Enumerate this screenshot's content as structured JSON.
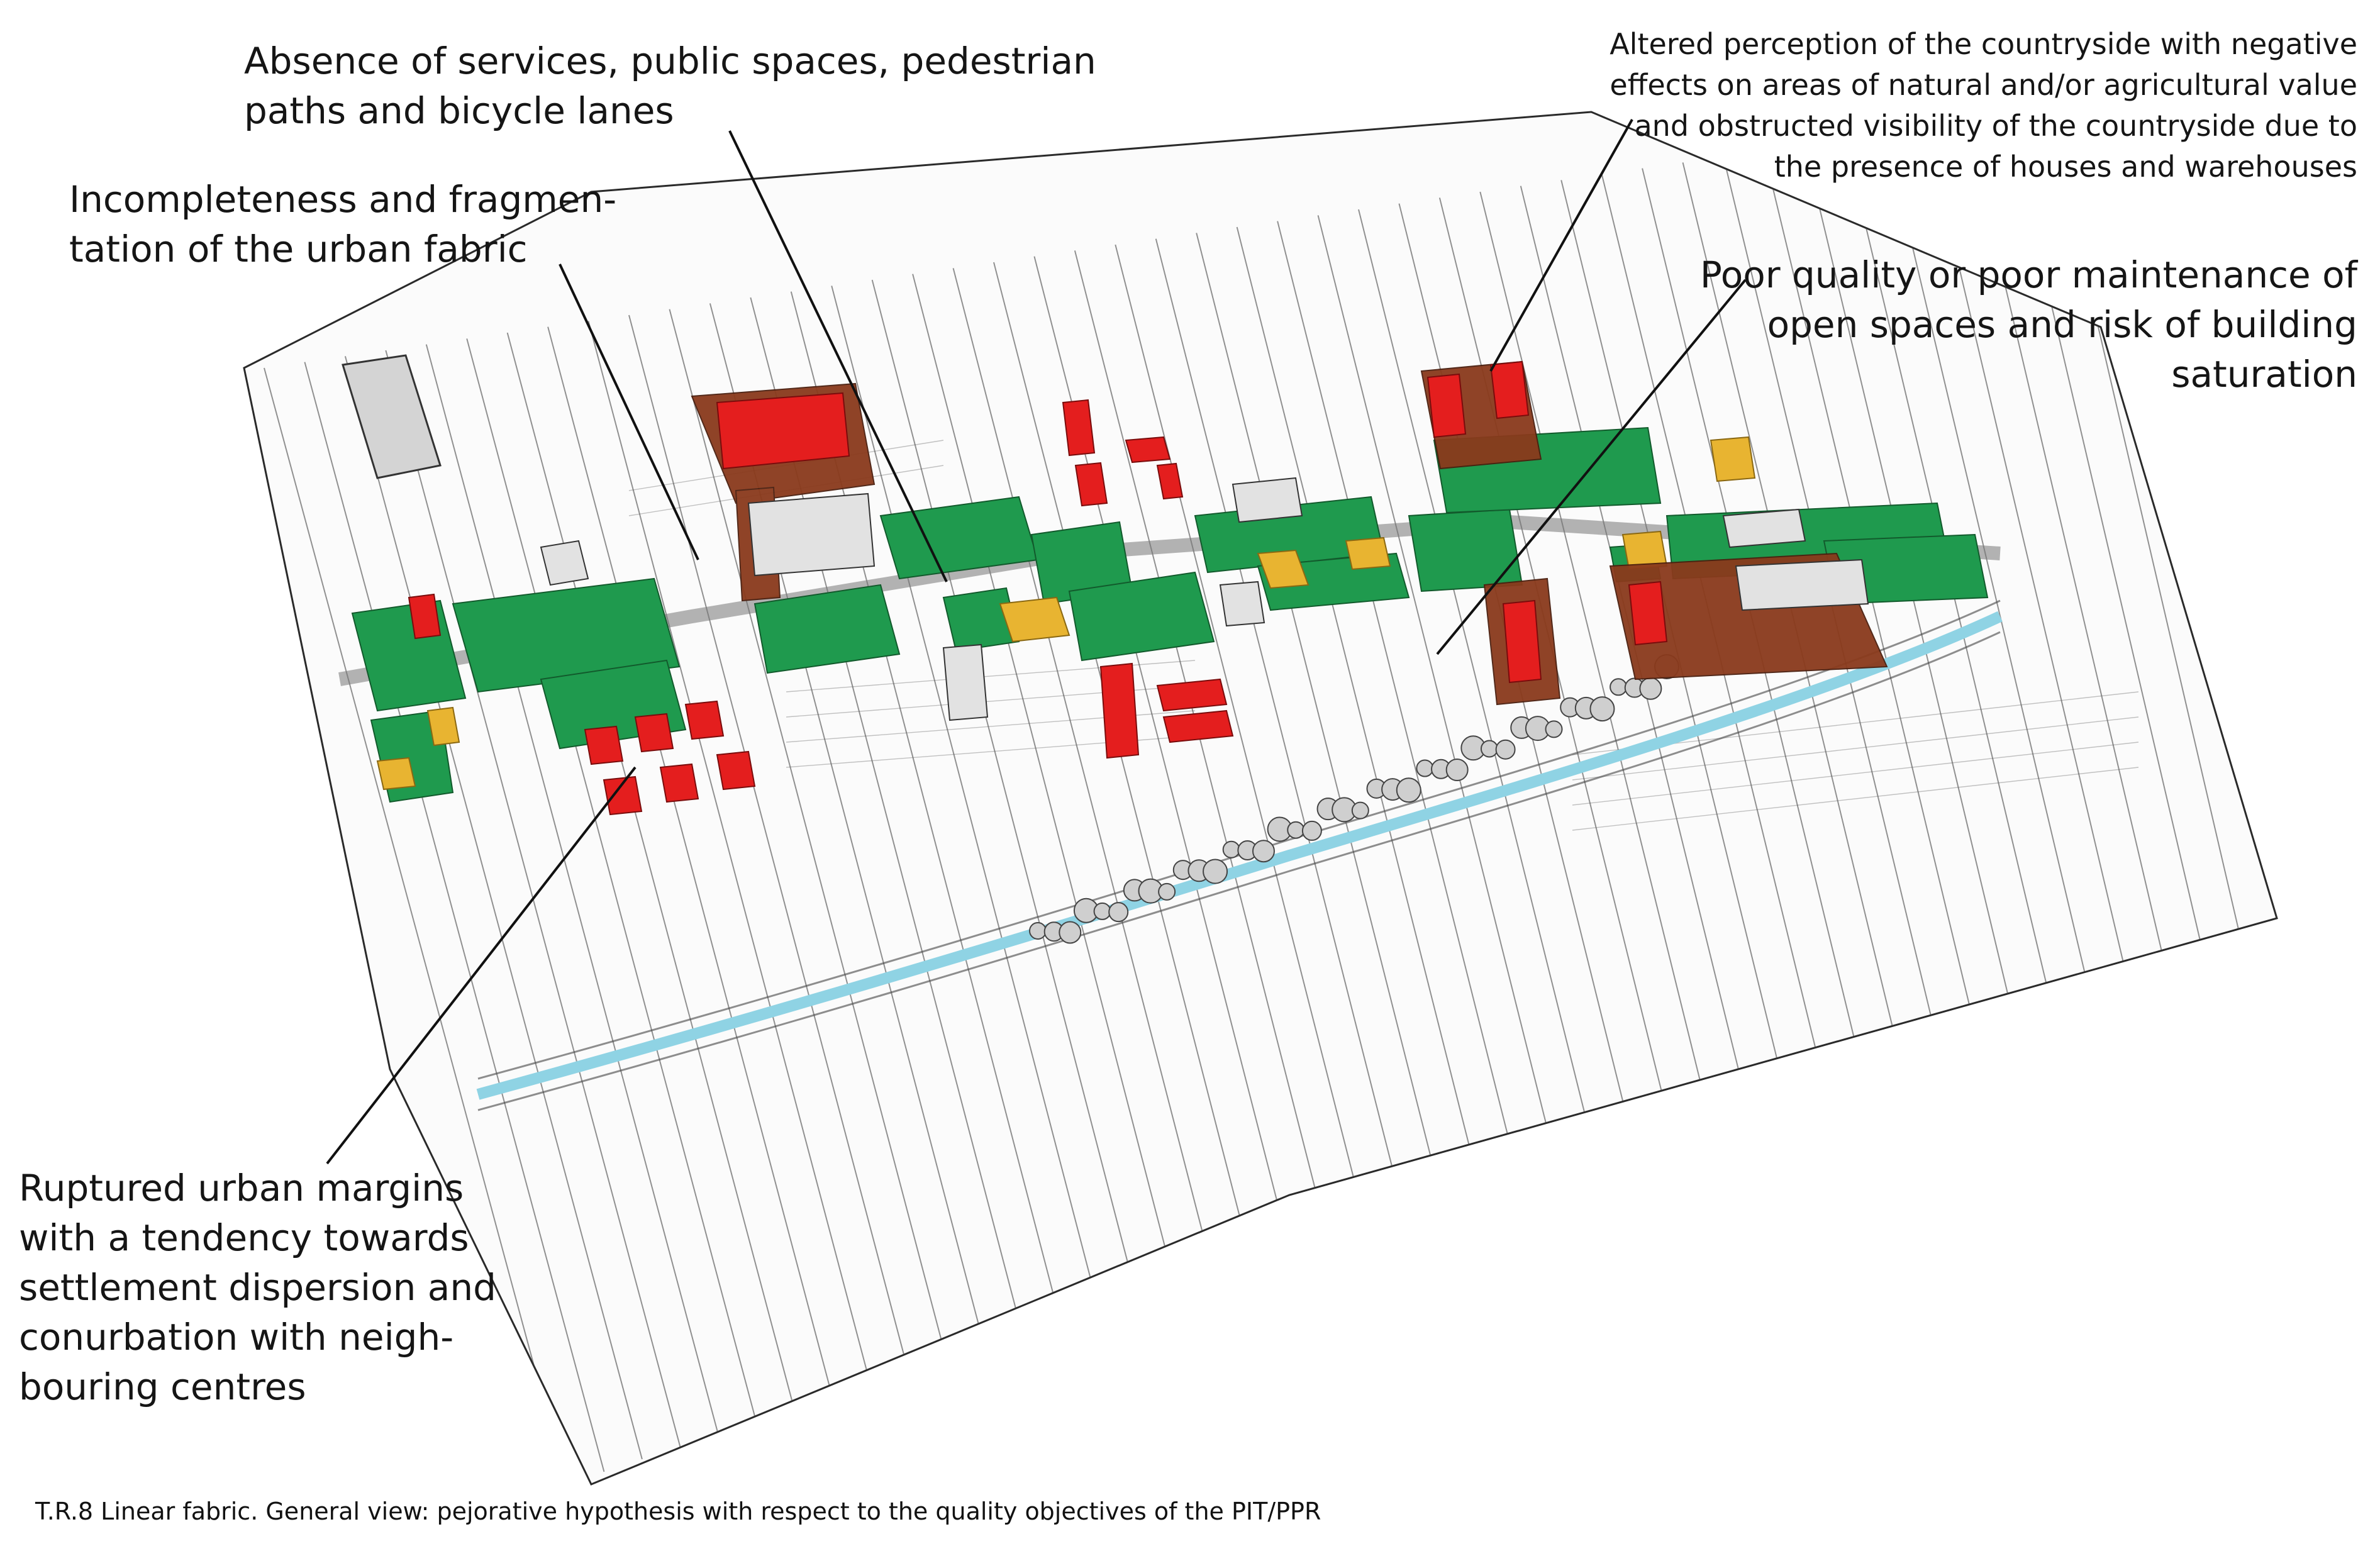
{
  "annotations": {
    "absence": [
      "Absence of services, public spaces, pedestrian",
      "paths and bicycle lanes"
    ],
    "incompleteness": [
      "Incompleteness and fragmen-",
      "tation of the urban fabric"
    ],
    "altered": [
      "Altered perception of the countryside with negative",
      "effects on areas of natural and/or agricultural value",
      "and obstructed visibility of the countryside due to",
      "the presence of houses and warehouses"
    ],
    "poor_quality": [
      "Poor quality or poor maintenance of",
      "open spaces and risk of building",
      "saturation"
    ],
    "ruptured": [
      "Ruptured urban margins",
      "with a tendency towards",
      "settlement dispersion and",
      "conurbation with neigh-",
      "bouring centres"
    ]
  },
  "caption": "T.R.8 Linear fabric. General view: pejorative hypothesis with respect to the quality objectives of the PIT/PPR",
  "colors": {
    "built_red": "#e41e1e",
    "lot_brown": "#8a3a1c",
    "green_space": "#1f9a4e",
    "yellow_space": "#e8b431",
    "canal": "#8fd3e4",
    "ink": "#1a1a1a"
  }
}
